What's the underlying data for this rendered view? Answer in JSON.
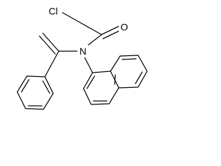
{
  "structure": {
    "atoms": {
      "chlorine": "Cl",
      "oxygen": "O",
      "nitrogen": "N"
    },
    "colors": {
      "bond": "#000000",
      "background": "#ffffff"
    }
  }
}
